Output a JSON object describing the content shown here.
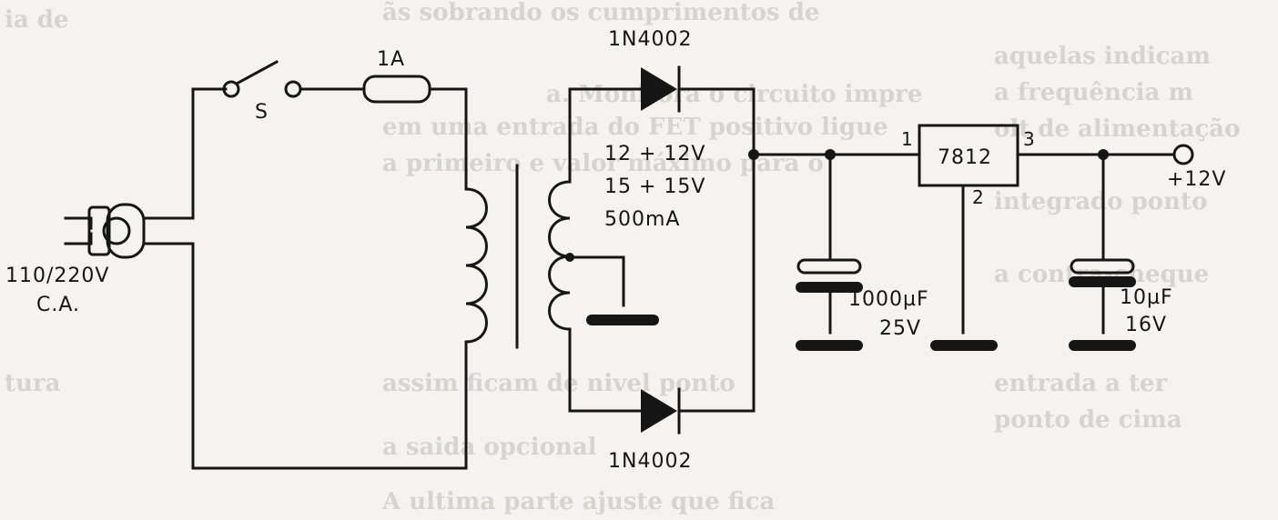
{
  "labels": {
    "mains": "110/220V",
    "mains_type": "C.A.",
    "switch": "S",
    "fuse": "1A",
    "diode_top": "1N4002",
    "diode_bottom": "1N4002",
    "transformer_line1": "12 + 12V",
    "transformer_line2": "15 + 15V",
    "transformer_line3": "500mA",
    "cap1_value": "1000µF",
    "cap1_voltage": "25V",
    "regulator": "7812",
    "reg_pin_in": "1",
    "reg_pin_gnd": "2",
    "reg_pin_out": "3",
    "cap2_value": "10µF",
    "cap2_voltage": "16V",
    "output": "+12V"
  },
  "colors": {
    "ink": "#161616",
    "paper": "#f4f3ef",
    "bleed_through": "#bdbbb5"
  }
}
